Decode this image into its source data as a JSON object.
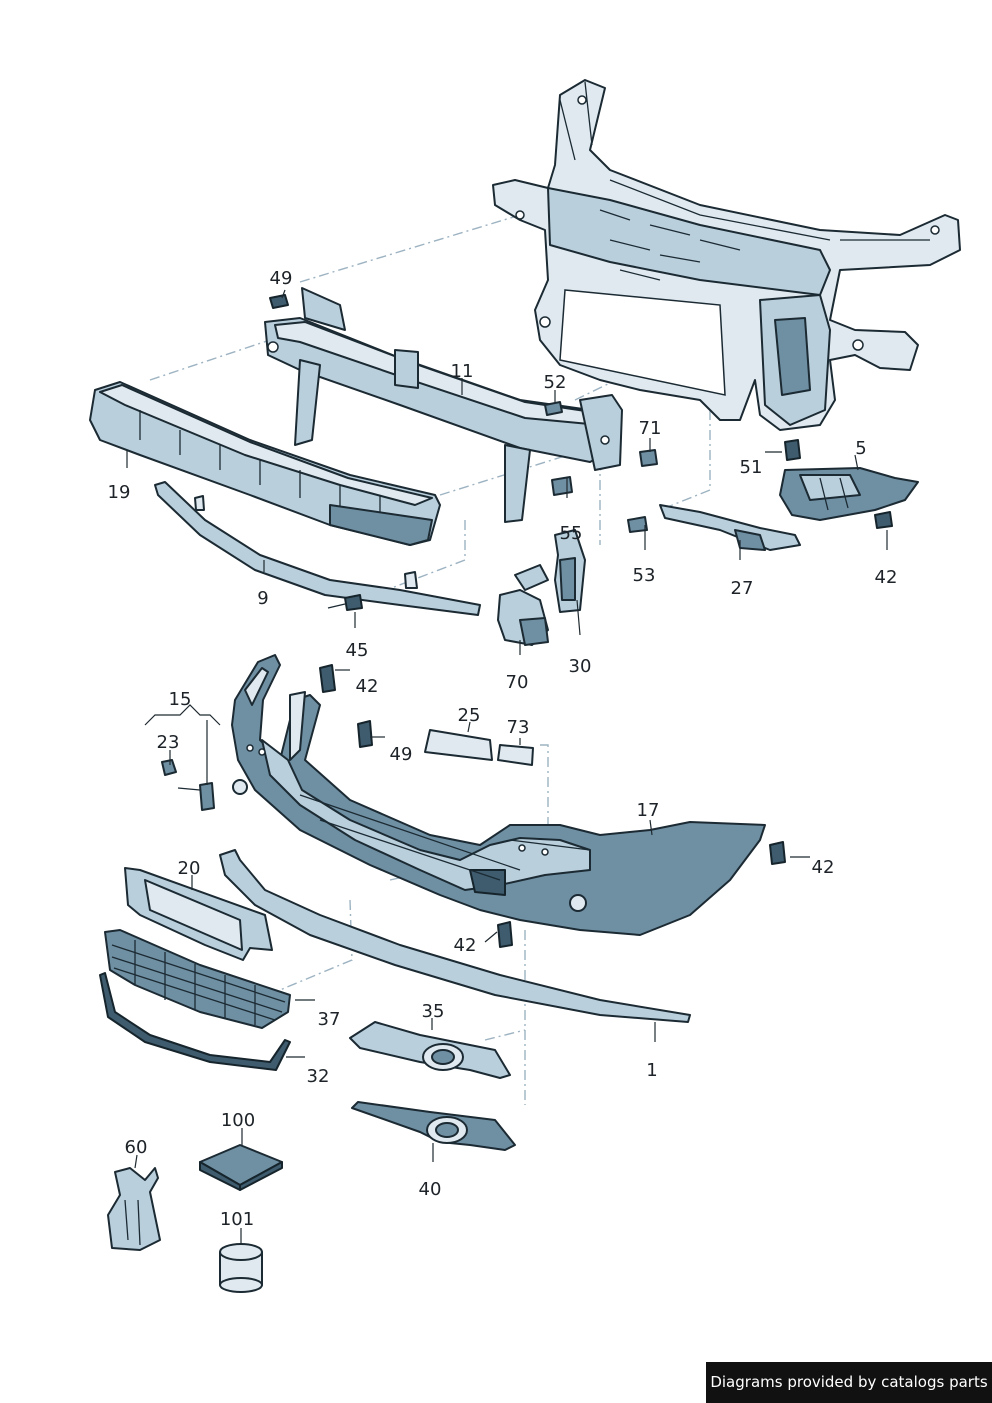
{
  "credit": "Diagrams provided by catalogs parts",
  "callouts": [
    {
      "id": "p1",
      "label": "1"
    },
    {
      "id": "p5",
      "label": "5"
    },
    {
      "id": "p9",
      "label": "9"
    },
    {
      "id": "p11",
      "label": "11"
    },
    {
      "id": "p15",
      "label": "15"
    },
    {
      "id": "p17",
      "label": "17"
    },
    {
      "id": "p19",
      "label": "19"
    },
    {
      "id": "p20",
      "label": "20"
    },
    {
      "id": "p23",
      "label": "23"
    },
    {
      "id": "p25",
      "label": "25"
    },
    {
      "id": "p27",
      "label": "27"
    },
    {
      "id": "p30",
      "label": "30"
    },
    {
      "id": "p32",
      "label": "32"
    },
    {
      "id": "p35",
      "label": "35"
    },
    {
      "id": "p37",
      "label": "37"
    },
    {
      "id": "p40",
      "label": "40"
    },
    {
      "id": "p42a",
      "label": "42"
    },
    {
      "id": "p42b",
      "label": "42"
    },
    {
      "id": "p42c",
      "label": "42"
    },
    {
      "id": "p42d",
      "label": "42"
    },
    {
      "id": "p45",
      "label": "45"
    },
    {
      "id": "p49a",
      "label": "49"
    },
    {
      "id": "p49b",
      "label": "49"
    },
    {
      "id": "p51",
      "label": "51"
    },
    {
      "id": "p52",
      "label": "52"
    },
    {
      "id": "p53",
      "label": "53"
    },
    {
      "id": "p55",
      "label": "55"
    },
    {
      "id": "p60",
      "label": "60"
    },
    {
      "id": "p70",
      "label": "70"
    },
    {
      "id": "p71",
      "label": "71"
    },
    {
      "id": "p73",
      "label": "73"
    },
    {
      "id": "p100",
      "label": "100"
    },
    {
      "id": "p101",
      "label": "101"
    }
  ]
}
